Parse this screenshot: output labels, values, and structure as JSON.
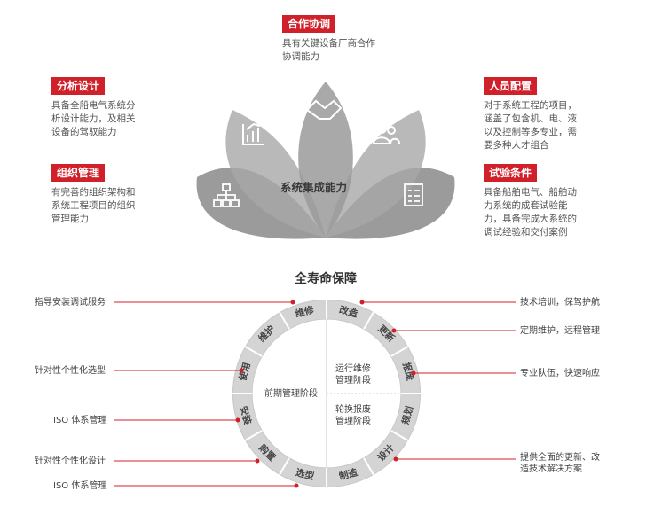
{
  "capabilities": {
    "center_label": "系统集成能力",
    "cooperation": {
      "tag": "合作协调",
      "desc": "具有关键设备厂商合作\n协调能力"
    },
    "analysis": {
      "tag": "分析设计",
      "desc": "具备全船电气系统分\n析设计能力，及相关\n设备的驾驭能力"
    },
    "organization": {
      "tag": "组织管理",
      "desc": "有完善的组织架构和\n系统工程项目的组织\n管理能力"
    },
    "personnel": {
      "tag": "人员配置",
      "desc": "对于系统工程的项目，\n涵盖了包含机、电、液\n以及控制等多专业，需\n要多种人才组合"
    },
    "testing": {
      "tag": "试验条件",
      "desc": "具备船舶电气、船舶动\n力系统的成套试验能\n力，具备完成大系统的\n调试经验和交付案例"
    }
  },
  "lifecycle": {
    "title": "全寿命保障",
    "inner_left": "前期管理阶段",
    "inner_right_top": "运行维修\n管理阶段",
    "inner_right_bottom": "轮换报废\n管理阶段",
    "ring_segments": [
      "使用",
      "维护",
      "维修",
      "改造",
      "更新",
      "报废",
      "规划",
      "设计",
      "制造",
      "选型",
      "购置",
      "安装"
    ],
    "left_labels": [
      "指导安装调试服务",
      "针对性个性化选型",
      "ISO 体系管理",
      "针对性个性化设计",
      "ISO 体系管理"
    ],
    "right_labels": [
      "技术培训，保驾护航",
      "定期维护，远程管理",
      "专业队伍，快速响应",
      "提供全面的更新、改\n造技术解决方案"
    ]
  },
  "icons": [
    "handshake-icon",
    "chart-icon",
    "people-icon",
    "org-chart-icon",
    "checklist-icon"
  ],
  "colors": {
    "accent": "#d0202a",
    "petal": "#9a9a9a",
    "ring": "#d4d4d4"
  }
}
